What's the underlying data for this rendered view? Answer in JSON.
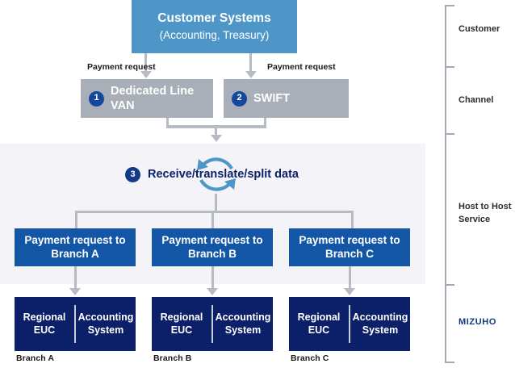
{
  "diagram": {
    "title": "Host to Host Service flow",
    "colors": {
      "customer_box": "#4e96c8",
      "channel_box": "#a9afb8",
      "request_box": "#1356a5",
      "branch_box": "#0b2068",
      "band": "#f4f4f8",
      "connector": "#b7bcc4",
      "badge": "#15489a",
      "brand_text": "#123a7a",
      "cycle_arrow": "#4e96c8"
    }
  },
  "customer": {
    "line1": "Customer Systems",
    "line2": "(Accounting, Treasury)"
  },
  "connectors": {
    "payment_request_left": "Payment request",
    "payment_request_right": "Payment request"
  },
  "channels": [
    {
      "number": "1",
      "label": "Dedicated Line VAN"
    },
    {
      "number": "2",
      "label": "SWIFT"
    }
  ],
  "process": {
    "number": "3",
    "label": "Receive/translate/split data",
    "icon": "cycle-arrows-icon"
  },
  "requests": [
    {
      "line1": "Payment request to",
      "line2": "Branch A"
    },
    {
      "line1": "Payment request to",
      "line2": "Branch B"
    },
    {
      "line1": "Payment request to",
      "line2": "Branch C"
    }
  ],
  "branches": [
    {
      "caption": "Branch A",
      "left": {
        "line1": "Regional",
        "line2": "EUC"
      },
      "right": {
        "line1": "Accounting",
        "line2": "System"
      }
    },
    {
      "caption": "Branch B",
      "left": {
        "line1": "Regional",
        "line2": "EUC"
      },
      "right": {
        "line1": "Accounting",
        "line2": "System"
      }
    },
    {
      "caption": "Branch C",
      "left": {
        "line1": "Regional",
        "line2": "EUC"
      },
      "right": {
        "line1": "Accounting",
        "line2": "System"
      }
    }
  ],
  "rail": {
    "sections": [
      {
        "label": "Customer"
      },
      {
        "label": "Channel"
      },
      {
        "label_line1": "Host to Host",
        "label_line2": "Service"
      },
      {
        "label": "MIZUHO"
      }
    ]
  }
}
